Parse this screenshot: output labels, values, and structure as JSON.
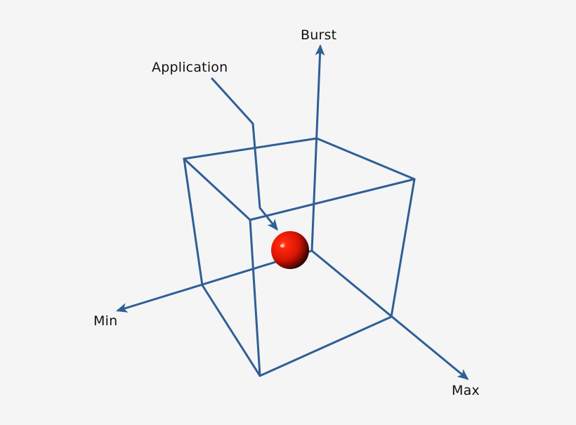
{
  "diagram": {
    "type": "3d-cube-axes",
    "colors": {
      "background": "#f5f5f6",
      "line": "#2f5f95",
      "sphere": "#e01a06",
      "text": "#111111"
    },
    "labels": {
      "application": "Application",
      "burst": "Burst",
      "min": "Min",
      "max": "Max"
    },
    "axes": [
      {
        "name": "Burst",
        "direction": "up"
      },
      {
        "name": "Min",
        "direction": "left-down"
      },
      {
        "name": "Max",
        "direction": "right-down"
      }
    ],
    "marker": {
      "name": "Application",
      "shape": "sphere",
      "color": "red"
    }
  }
}
